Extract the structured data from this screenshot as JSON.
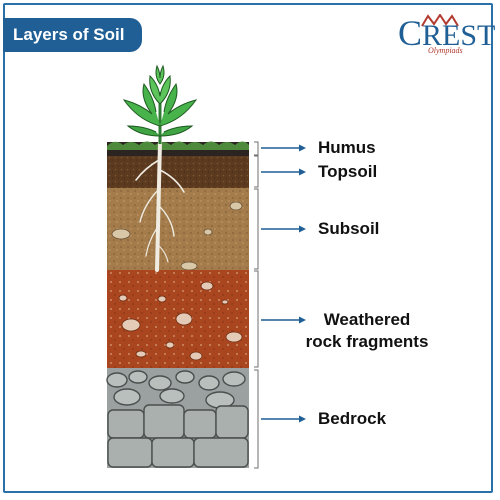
{
  "title": "Layers of Soil",
  "brand": {
    "name_initial": "C",
    "name_rest": "REST",
    "tagline": "Olympiads"
  },
  "layers": [
    {
      "label": "Humus"
    },
    {
      "label": "Topsoil"
    },
    {
      "label": "Subsoil"
    },
    {
      "label": "Weathered",
      "label2": "rock fragments"
    },
    {
      "label": "Bedrock"
    }
  ],
  "colors": {
    "frame": "#2a6fa6",
    "title_bg": "#1f5f95",
    "arrow": "#1f5f95",
    "humus": "#2c2420",
    "topsoil": "#5b3a1f",
    "subsoil": "#a47c4c",
    "weathered": "#a9461f",
    "bedrock": "#9aa1a0",
    "plant": "#47b34a"
  }
}
